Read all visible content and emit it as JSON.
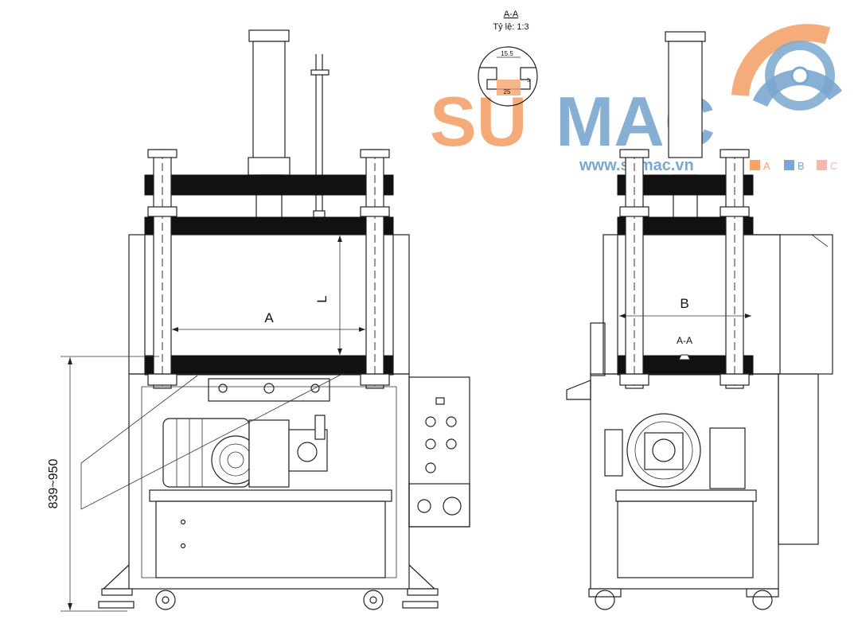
{
  "section_title": "A-A",
  "section_scale": "Tỷ lệ: 1:3",
  "detail_dims": {
    "top_width": "15.5",
    "slot_width": "25",
    "depth": "5"
  },
  "front_view": {
    "dim_width": "A",
    "dim_height": "L",
    "dim_total_height": "839~950"
  },
  "side_view": {
    "dim_width": "B",
    "section_mark": "A-A"
  },
  "logo": {
    "text": "SUMAC",
    "website": "www.sumac.vn",
    "legend": [
      "A",
      "B",
      "C"
    ],
    "colors": {
      "orange": "#f5a36b",
      "blue": "#7aa7cf",
      "pink": "#f4b6b0"
    }
  }
}
